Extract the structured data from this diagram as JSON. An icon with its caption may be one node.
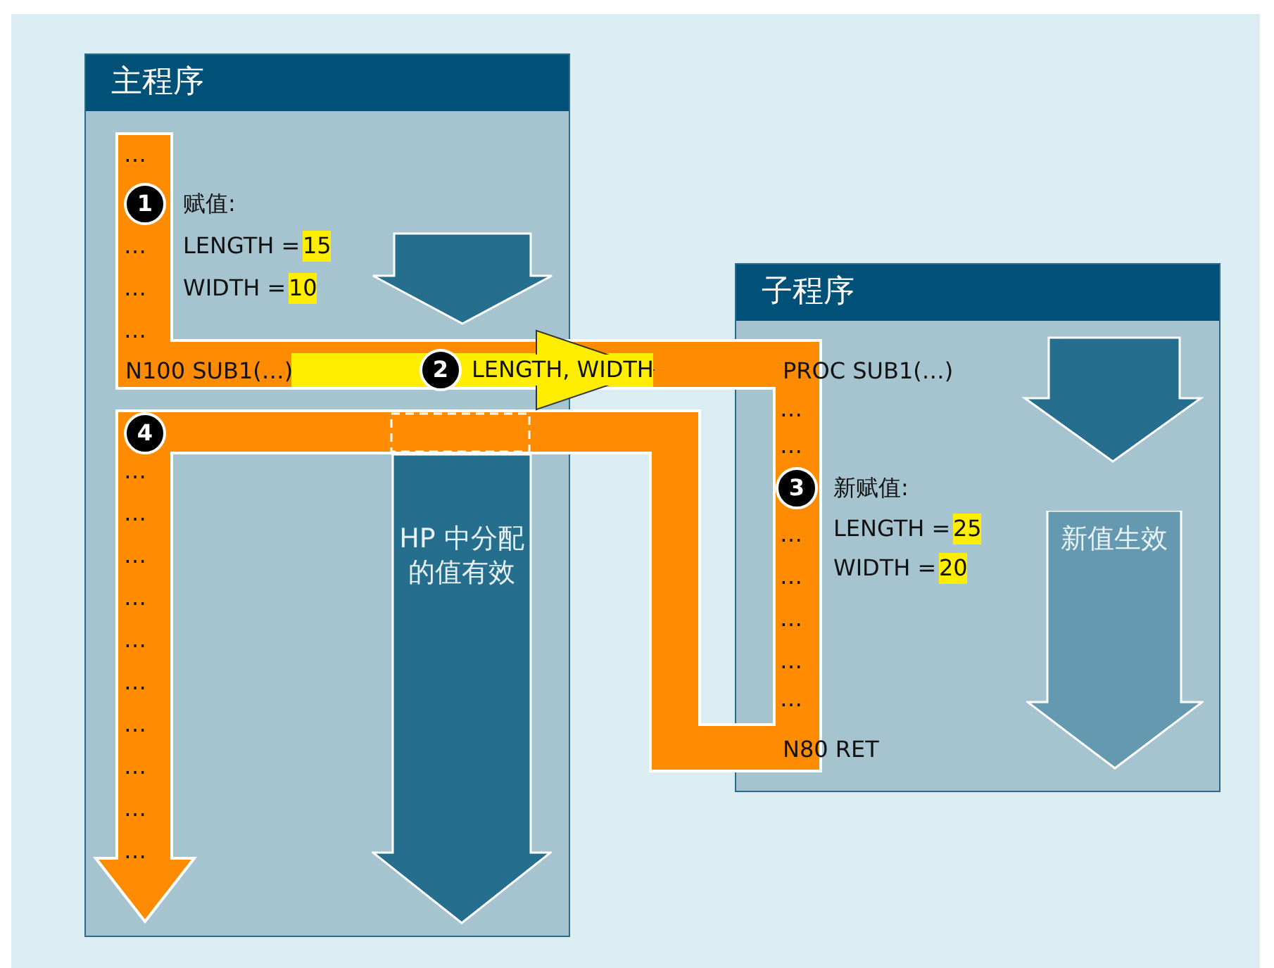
{
  "diagram": {
    "nodes": [
      {
        "text": [
          "主程序"
        ]
      },
      {
        "text": [
          "N100 SUB1(…)"
        ],
        "in": 0
      },
      {
        "text": [
          "HP 中分配的值有效"
        ],
        "in": 0
      },
      {
        "text": [
          "子程序"
        ]
      },
      {
        "text": [
          "PROC SUB1(…)"
        ],
        "in": 3
      },
      {
        "text": [
          "新值生效"
        ],
        "in": 3
      },
      {
        "text": [
          "N80 RET"
        ],
        "in": 3
      }
    ],
    "edges": [
      {
        "from": 1,
        "to": 4,
        "arrow": "to",
        "label": "LENGTH, WIDTH"
      }
    ],
    "labels": [
      "…",
      "1",
      "赋值:",
      "…",
      "LENGTH =",
      "15",
      "…",
      "WIDTH =",
      "10",
      "…",
      "2",
      "4",
      "…",
      "…",
      "…",
      "…",
      "…",
      "…",
      "…",
      "…",
      "…",
      "…",
      "…",
      "…",
      "3",
      "新赋值:",
      "…",
      "LENGTH =",
      "25",
      "…",
      "WIDTH =",
      "20",
      "…",
      "…",
      "…"
    ]
  }
}
